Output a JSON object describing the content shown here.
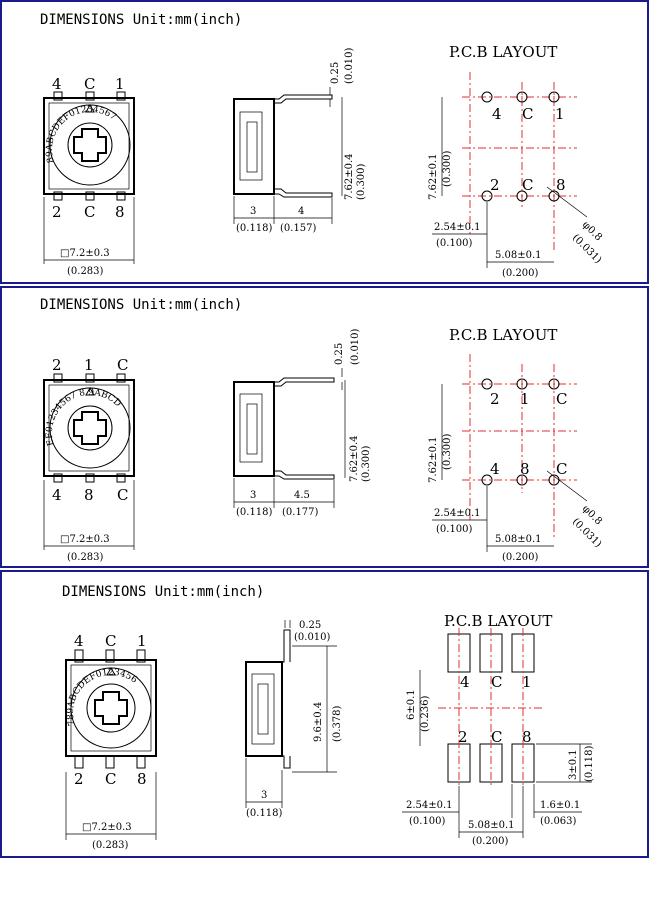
{
  "colors": {
    "border": "#1a1a8c",
    "centerline": "#e03030",
    "line": "#000000"
  },
  "panels": [
    {
      "header": "DIMENSIONS  Unit:mm(inch)",
      "layout_title": "P.C.B LAYOUT",
      "top_pins": [
        "4",
        "C",
        "1"
      ],
      "bottom_pins": [
        "2",
        "C",
        "8"
      ],
      "dial_text": "89ABCDEF01234567",
      "body_dim": "□7.2±0.3",
      "body_dim_in": "(0.283)",
      "lead_thk": "0.25",
      "lead_thk_in": "(0.010)",
      "height_dim": "7.62±0.4",
      "height_dim_in": "(0.300)",
      "side_dim_a": "3",
      "side_dim_a_in": "(0.118)",
      "side_dim_b": "4",
      "side_dim_b_in": "(0.157)",
      "pcb_top_labels": [
        "4",
        "C",
        "1"
      ],
      "pcb_bottom_labels": [
        "2",
        "C",
        "8"
      ],
      "pcb_v_dim": "7.62±0.1",
      "pcb_v_dim_in": "(0.300)",
      "pcb_pitch": "2.54±0.1",
      "pcb_pitch_in": "(0.100)",
      "pcb_span": "5.08±0.1",
      "pcb_span_in": "(0.200)",
      "hole": "φ0.8",
      "hole_in": "(0.031)"
    },
    {
      "header": "DIMENSIONS  Unit:mm(inch)",
      "layout_title": "P.C.B LAYOUT",
      "top_pins": [
        "2",
        "1",
        "C"
      ],
      "bottom_pins": [
        "4",
        "8",
        "C"
      ],
      "dial_text": "EF01234567 8 9ABCD",
      "body_dim": "□7.2±0.3",
      "body_dim_in": "(0.283)",
      "lead_thk": "0.25",
      "lead_thk_in": "(0.010)",
      "height_dim": "7.62±0.4",
      "height_dim_in": "(0.300)",
      "side_dim_a": "3",
      "side_dim_a_in": "(0.118)",
      "side_dim_b": "4.5",
      "side_dim_b_in": "(0.177)",
      "pcb_top_labels": [
        "2",
        "1",
        "C"
      ],
      "pcb_bottom_labels": [
        "4",
        "8",
        "C"
      ],
      "pcb_v_dim": "7.62±0.1",
      "pcb_v_dim_in": "(0.300)",
      "pcb_pitch": "2.54±0.1",
      "pcb_pitch_in": "(0.100)",
      "pcb_span": "5.08±0.1",
      "pcb_span_in": "(0.200)",
      "hole": "φ0.8",
      "hole_in": "(0.031)"
    },
    {
      "header": "DIMENSIONS  Unit:mm(inch)",
      "layout_title": "P.C.B LAYOUT",
      "top_pins": [
        "4",
        "C",
        "1"
      ],
      "bottom_pins": [
        "2",
        "C",
        "8"
      ],
      "dial_text": "789ABCDEF0123456",
      "body_dim": "□7.2±0.3",
      "body_dim_in": "(0.283)",
      "lead_thk": "0.25",
      "lead_thk_in": "(0.010)",
      "height_dim": "9.6±0.4",
      "height_dim_in": "(0.378)",
      "side_dim_a": "3",
      "side_dim_a_in": "(0.118)",
      "pcb_top_labels": [
        "4",
        "C",
        "1"
      ],
      "pcb_bottom_labels": [
        "2",
        "C",
        "8"
      ],
      "pcb_v_dim": "6±0.1",
      "pcb_v_dim_in": "(0.236)",
      "pcb_pad_h": "3±0.1",
      "pcb_pad_h_in": "(0.118)",
      "pcb_pitch": "2.54±0.1",
      "pcb_pitch_in": "(0.100)",
      "pcb_span": "5.08±0.1",
      "pcb_span_in": "(0.200)",
      "pcb_pad_w": "1.6±0.1",
      "pcb_pad_w_in": "(0.063)"
    }
  ]
}
